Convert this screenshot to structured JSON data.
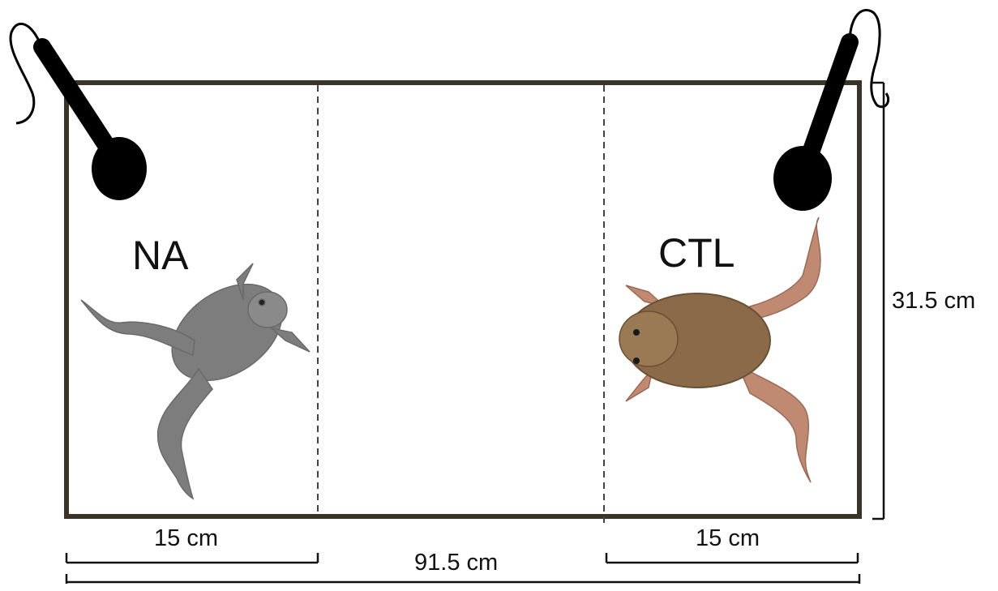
{
  "labels": {
    "left_zone": "NA",
    "right_zone": "CTL"
  },
  "dimensions": {
    "left_zone_width": "15 cm",
    "right_zone_width": "15 cm",
    "tank_length": "91.5 cm",
    "tank_height": "31.5 cm"
  },
  "icons": {
    "left_speaker": "speaker-icon",
    "right_speaker": "speaker-icon",
    "left_frog": "frog-grayscale",
    "right_frog": "frog-color"
  },
  "colors": {
    "tank_border": "#3a3328",
    "speaker": "#000000",
    "frog_gray": "#7d7d7d",
    "frog_body": "#8a6a48",
    "frog_limb": "#c08a72"
  }
}
